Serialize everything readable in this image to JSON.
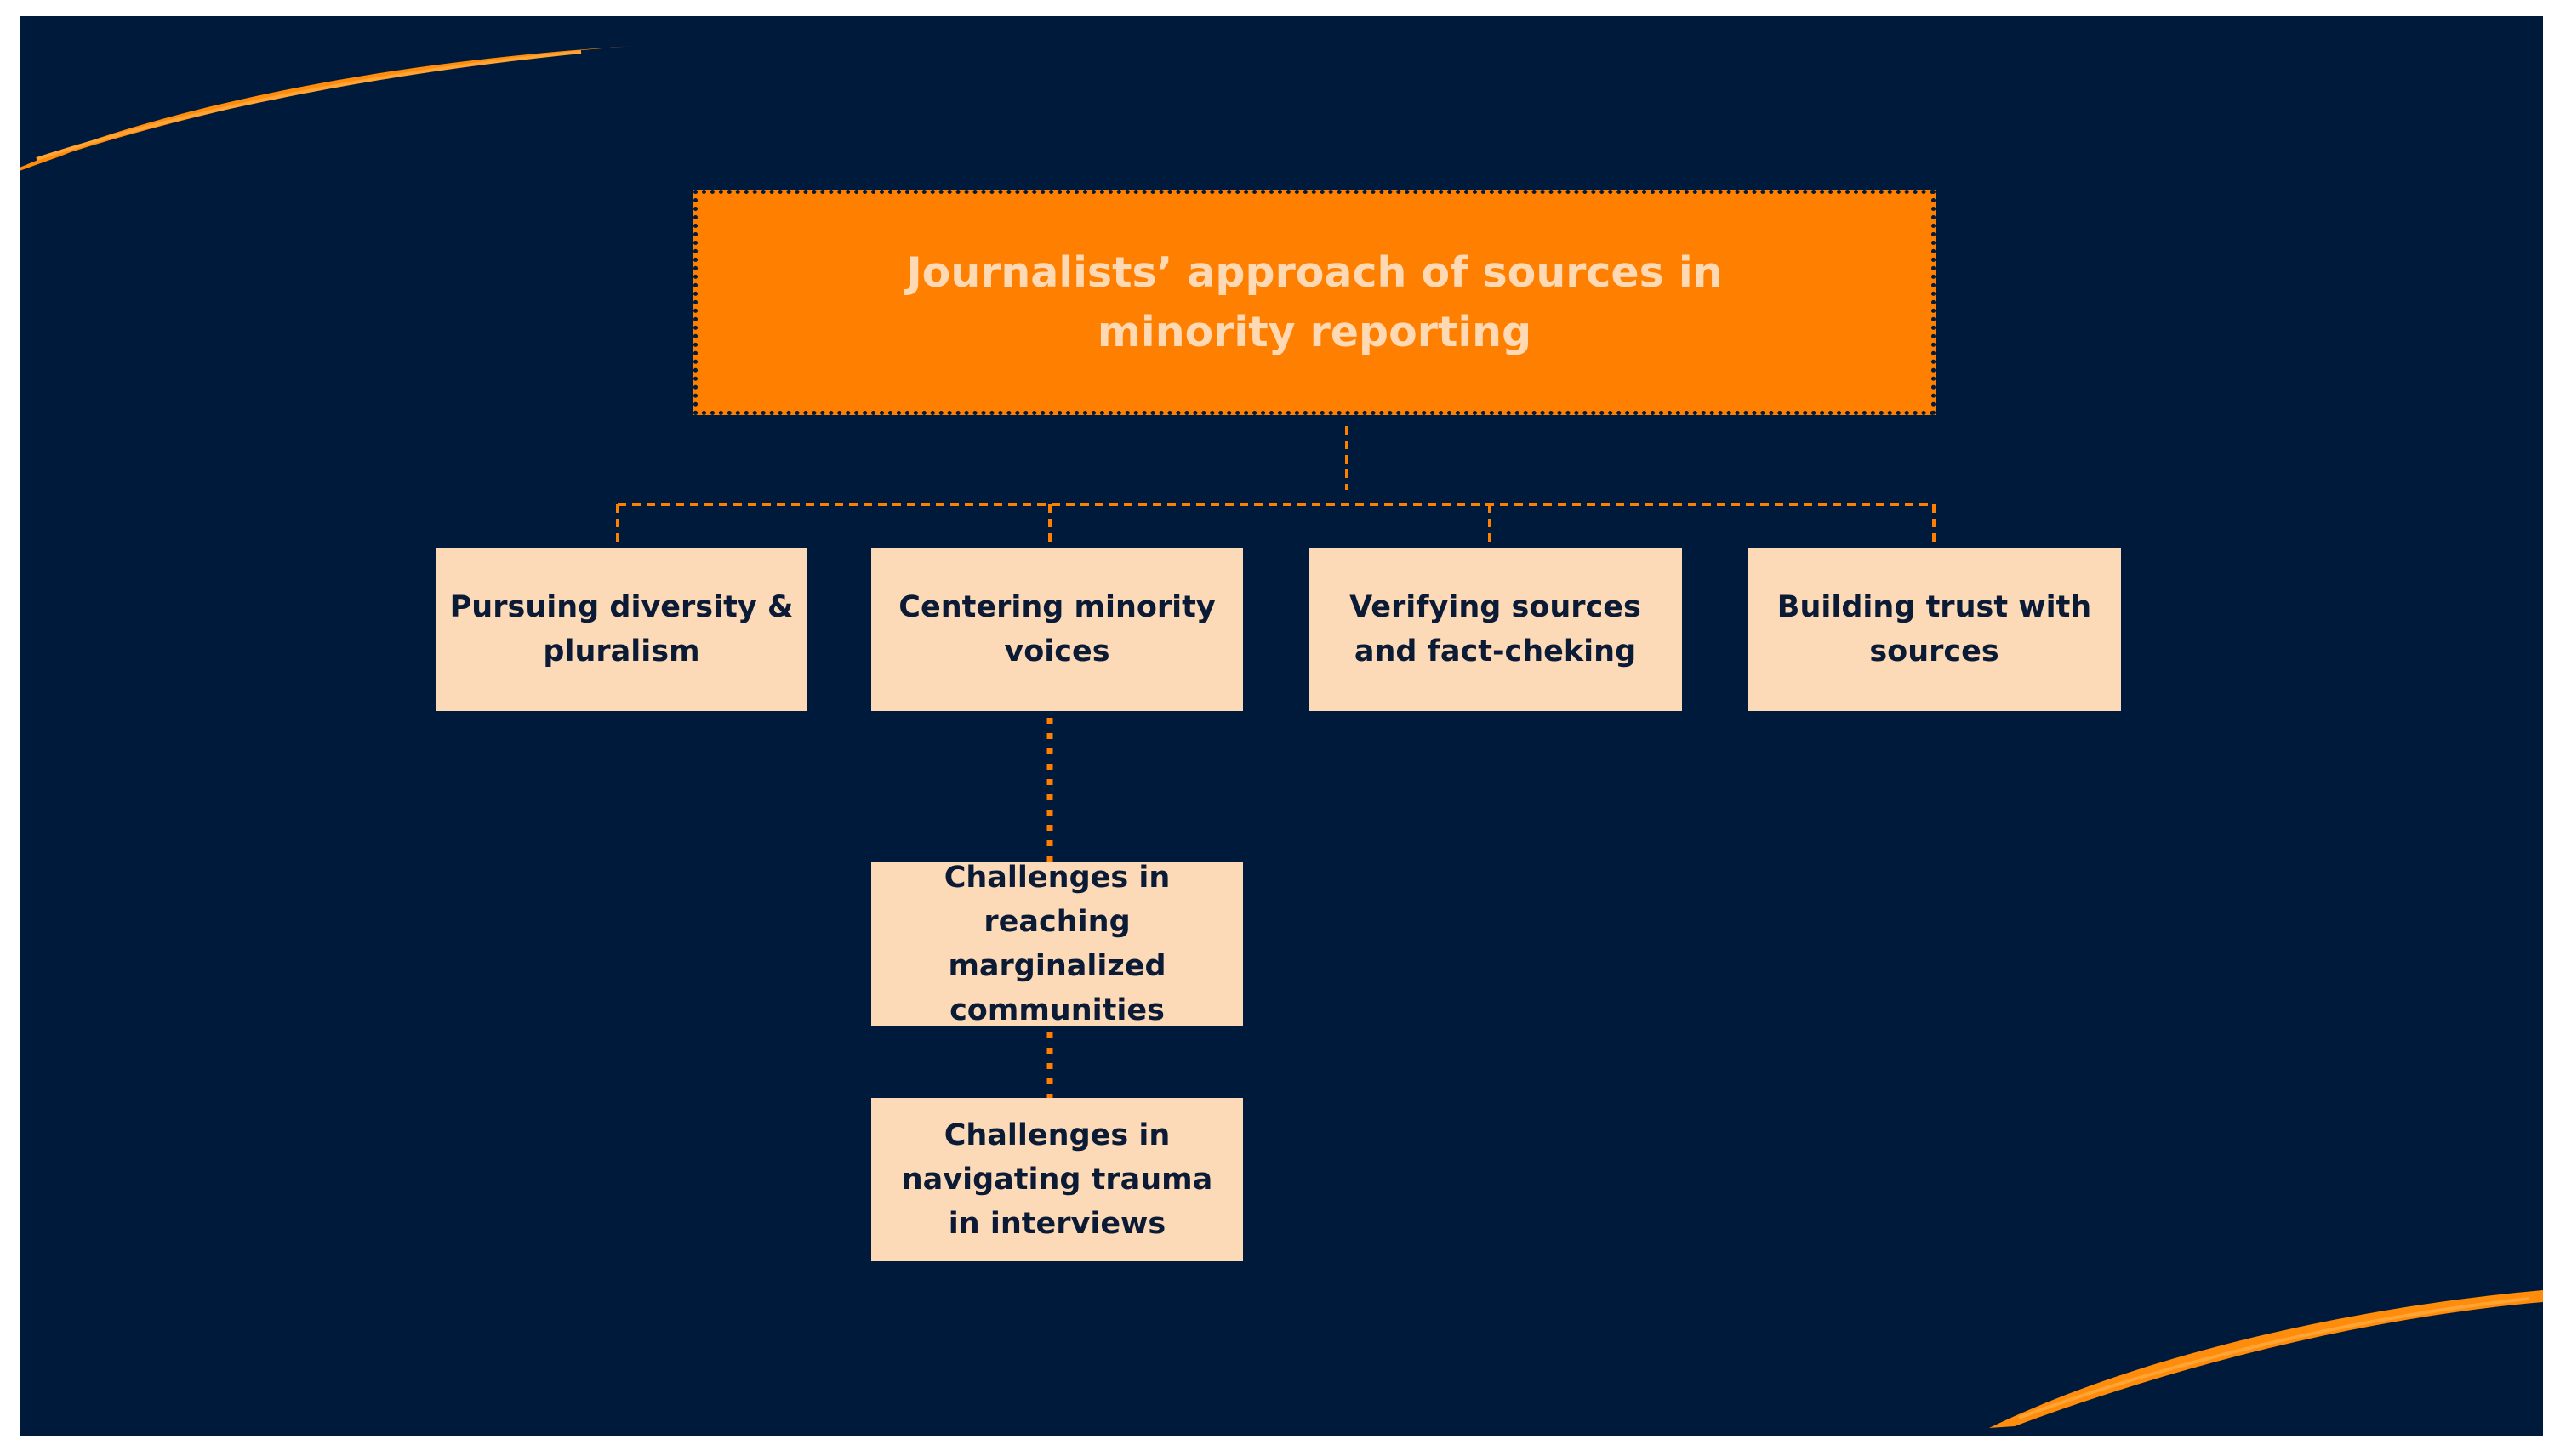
{
  "diagram": {
    "root": {
      "label": "Journalists’ approach of sources in minority reporting"
    },
    "branches": [
      {
        "label": "Pursuing diversity & pluralism"
      },
      {
        "label": "Centering minority voices"
      },
      {
        "label": "Verifying sources and fact-cheking"
      },
      {
        "label": "Building trust with sources"
      }
    ],
    "sub_nodes": [
      {
        "label": "Challenges in reaching marginalized communities"
      },
      {
        "label": "Challenges in navigating trauma in interviews"
      }
    ]
  },
  "colors": {
    "background": "#001a3b",
    "accent": "#ff7f00",
    "box_fill": "#fcdab8",
    "root_text": "#ffd9b3",
    "box_text": "#0b1b36"
  }
}
